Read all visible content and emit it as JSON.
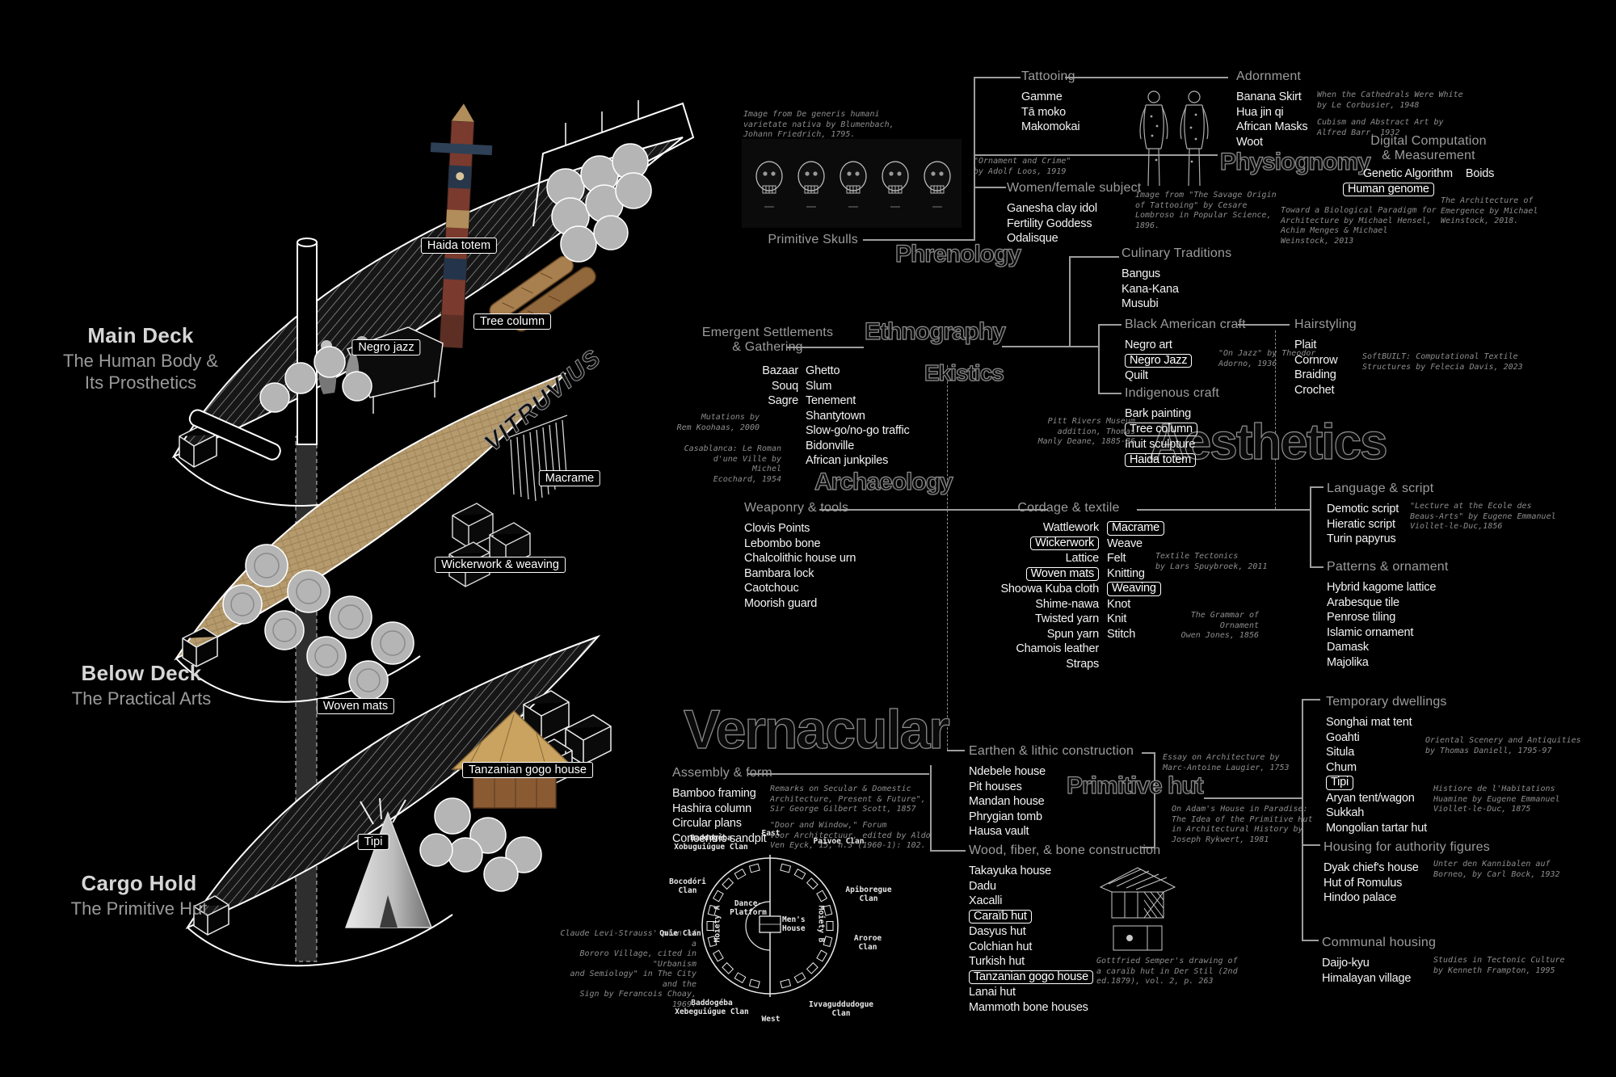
{
  "ship": {
    "hull_text": "VITRUVIUS",
    "decks": [
      {
        "title": "Main Deck",
        "subtitle": "The Human Body &\nIts Prosthetics"
      },
      {
        "title": "Below Deck",
        "subtitle": "The Practical Arts"
      },
      {
        "title": "Cargo Hold",
        "subtitle": "The Primitive Hut"
      }
    ],
    "tags": [
      "Haida totem",
      "Tree column",
      "Negro jazz",
      "Macrame",
      "Wickerwork & weaving",
      "Woven mats",
      "Tanzanian gogo house",
      "Tipi"
    ]
  },
  "headings": {
    "phrenology": "Phrenology",
    "ethnography": "Ethnography",
    "ekistics": "Ekistics",
    "archaeology": "Archaeology",
    "aesthetics": "Aesthetics",
    "vernacular": "Vernacular",
    "primitive_hut": "Primitive hut",
    "physiognomy": "Physiognomy"
  },
  "branches": {
    "primitive_skulls": {
      "title": "Primitive Skulls"
    },
    "tattooing": {
      "title": "Tattooing",
      "items": [
        {
          "t": "Gamme"
        },
        {
          "t": "Tā moko"
        },
        {
          "t": "Makomokai"
        }
      ]
    },
    "women": {
      "title": "Women/female subject",
      "items": [
        {
          "t": "Ganesha clay idol"
        },
        {
          "t": "Fertility Goddess"
        },
        {
          "t": "Odalisque"
        }
      ]
    },
    "adornment": {
      "title": "Adornment",
      "items": [
        {
          "t": "Banana Skirt"
        },
        {
          "t": "Hua jin qi"
        },
        {
          "t": "African Masks"
        },
        {
          "t": "Woot"
        }
      ]
    },
    "digital": {
      "title": "Digital Computation\n& Measurement",
      "row": [
        {
          "t": "Genetic Algorithm"
        },
        {
          "t": "Boids"
        }
      ],
      "items": [
        {
          "t": "Human genome",
          "boxed": true
        }
      ]
    },
    "culinary": {
      "title": "Culinary Traditions",
      "items": [
        {
          "t": "Bangus"
        },
        {
          "t": "Kana-Kana"
        },
        {
          "t": "Musubi"
        }
      ]
    },
    "black_american": {
      "title": "Black American craft",
      "items": [
        {
          "t": "Negro art"
        },
        {
          "t": "Negro Jazz",
          "boxed": true
        },
        {
          "t": "Quilt"
        }
      ]
    },
    "indigenous": {
      "title": "Indigenous craft",
      "items": [
        {
          "t": "Bark painting"
        },
        {
          "t": "Tree column",
          "boxed": true
        },
        {
          "t": "Inuit sculpture"
        },
        {
          "t": "Haida totem",
          "boxed": true
        }
      ]
    },
    "hairstyling": {
      "title": "Hairstyling",
      "items": [
        {
          "t": "Plait"
        },
        {
          "t": "Cornrow"
        },
        {
          "t": "Braiding"
        },
        {
          "t": "Crochet"
        }
      ]
    },
    "emergent": {
      "title": "Emergent Settlements\n& Gathering",
      "col_a": [
        {
          "t": "Bazaar"
        },
        {
          "t": "Souq"
        },
        {
          "t": "Sagre"
        }
      ],
      "col_b": [
        {
          "t": "Ghetto"
        },
        {
          "t": "Slum"
        },
        {
          "t": "Tenement"
        },
        {
          "t": "Shantytown"
        },
        {
          "t": "Slow-go/no-go traffic"
        },
        {
          "t": "Bidonville"
        },
        {
          "t": "African junkpiles"
        }
      ]
    },
    "weaponry": {
      "title": "Weaponry & tools",
      "items": [
        {
          "t": "Clovis Points"
        },
        {
          "t": "Lebombo bone"
        },
        {
          "t": "Chalcolithic house urn"
        },
        {
          "t": "Bambara lock"
        },
        {
          "t": "Caotchouc"
        },
        {
          "t": "Moorish guard"
        }
      ]
    },
    "cordage": {
      "title": "Cordage & textile",
      "col_a": [
        {
          "t": "Wattlework"
        },
        {
          "t": "Wickerwork",
          "boxed": true
        },
        {
          "t": "Lattice"
        },
        {
          "t": "Woven mats",
          "boxed": true
        },
        {
          "t": "Shoowa Kuba cloth"
        },
        {
          "t": "Shime-nawa"
        },
        {
          "t": "Twisted yarn"
        },
        {
          "t": "Spun yarn"
        },
        {
          "t": "Chamois leather"
        },
        {
          "t": "Straps"
        }
      ],
      "col_b": [
        {
          "t": "Macrame",
          "boxed": true
        },
        {
          "t": "Weave"
        },
        {
          "t": "Felt"
        },
        {
          "t": "Knitting"
        },
        {
          "t": "Weaving",
          "boxed": true
        },
        {
          "t": "Knot"
        },
        {
          "t": "Knit"
        },
        {
          "t": "Stitch"
        }
      ]
    },
    "language": {
      "title": "Language & script",
      "items": [
        {
          "t": "Demotic script"
        },
        {
          "t": "Hieratic script"
        },
        {
          "t": "Turin papyrus"
        }
      ]
    },
    "patterns": {
      "title": "Patterns & ornament",
      "items": [
        {
          "t": "Hybrid kagome lattice"
        },
        {
          "t": "Arabesque tile"
        },
        {
          "t": "Penrose tiling"
        },
        {
          "t": "Islamic ornament"
        },
        {
          "t": "Damask"
        },
        {
          "t": "Majolika"
        }
      ]
    },
    "assembly": {
      "title": "Assembly & form",
      "items": [
        {
          "t": "Bamboo framing"
        },
        {
          "t": "Hashira column"
        },
        {
          "t": "Circular plans"
        },
        {
          "t": "Concentric sandpit"
        }
      ]
    },
    "earthen": {
      "title": "Earthen & lithic construction",
      "items": [
        {
          "t": "Ndebele house"
        },
        {
          "t": "Pit houses"
        },
        {
          "t": "Mandan house"
        },
        {
          "t": "Phrygian tomb"
        },
        {
          "t": "Hausa vault"
        }
      ]
    },
    "wood": {
      "title": "Wood, fiber, & bone construction",
      "items": [
        {
          "t": "Takayuka house"
        },
        {
          "t": "Dadu"
        },
        {
          "t": "Xacalli"
        },
        {
          "t": "Caraïb hut",
          "boxed": true
        },
        {
          "t": "Dasyus hut"
        },
        {
          "t": "Colchian hut"
        },
        {
          "t": "Turkish hut"
        },
        {
          "t": "Tanzanian gogo house",
          "boxed": true
        },
        {
          "t": "Lanai hut"
        },
        {
          "t": "Mammoth bone houses"
        }
      ]
    },
    "temporary": {
      "title": "Temporary dwellings",
      "items": [
        {
          "t": "Songhai mat tent"
        },
        {
          "t": "Goahti"
        },
        {
          "t": "Situla"
        },
        {
          "t": "Chum"
        },
        {
          "t": "Tipi",
          "boxed": true
        },
        {
          "t": "Aryan tent/wagon"
        },
        {
          "t": "Sukkah"
        },
        {
          "t": "Mongolian tartar hut"
        }
      ]
    },
    "authority": {
      "title": "Housing for authority figures",
      "items": [
        {
          "t": "Dyak chief's house"
        },
        {
          "t": "Hut of Romulus"
        },
        {
          "t": "Hindoo palace"
        }
      ]
    },
    "communal": {
      "title": "Communal housing",
      "items": [
        {
          "t": "Daijo-kyu"
        },
        {
          "t": "Himalayan village"
        }
      ]
    }
  },
  "captions": {
    "blumenbach": "Image from De generis humani\nvarietate nativa by Blumenbach,\nJohann Friedrich, 1795.",
    "ornament_crime": "\"Ornament and Crime\"\nby Adolf Loos, 1919",
    "cathedrals": "When the Cathedrals Were White\nby Le Corbusier, 1948",
    "cubism": "Cubism and Abstract Art by\nAlfred Barr, 1932",
    "savage_origin": "Image from \"The Savage Origin\nof Tattooing\" by Cesare\nLombroso in Popular Science,\n1896.",
    "biological": "Toward a Biological Paradigm for\nArchitecture by Michael Hensel,\nAchim Menges & Michael\nWeinstock, 2013",
    "emergence": "The Architecture of\nEmergence by Michael\nWeinstock, 2018.",
    "on_jazz": "\"On Jazz\" by Theodor\nAdorno, 1936",
    "softbuilt": "SoftBUILT: Computational Textile\nStructures by Felecia Davis, 2023",
    "pitt_rivers": "Pitt Rivers Museum\naddition, Thomas\nManly Deane, 1885-86",
    "mutations": "Mutations by\nRem Koohaas, 2000",
    "casablanca": "Casablanca: Le Roman\nd'une Ville by Michel\nEcochard, 1954",
    "textile_tectonics": "Textile Tectonics\nby Lars Spuybroek, 2011",
    "grammar_ornament": "The Grammar of Ornament\nOwen Jones, 1856",
    "lecture_ecole": "\"Lecture at the Ecole des\nBeaus-Arts\" by Eugene Emmanuel\nViollet-le-Duc,1856",
    "remarks_secular": "Remarks on Secular & Domestic\nArchitecture, Present & Future\",\nSir George Gilbert Scott, 1857",
    "door_window": "\"Door and Window,\" Forum\nvoor Architectuur, edited by Aldo\nVen Eyck, 15, n.3 (1960-1): 102.",
    "essay_architecture": "Essay on Architecture by\nMarc-Antoine Laugier, 1753",
    "adams_house": "On Adam's House in Paradise:\nThe Idea of the Primitive Hut\nin Architectural History by\nJoseph Rykwert, 1981",
    "semper": "Gottfried Semper's drawing of\na caraïb hut in Der Stil (2nd\ned.1879), vol. 2, p. 263",
    "oriental": "Oriental Scenery and Antiquities\nby Thomas Daniell, 1795-97",
    "histoire": "Histiore de l'Habitations\nHuamine by Eugene Emmanuel\nViollet-le-Duc, 1875",
    "borneo": "Unter den Kannibalen auf\nBorneo, by Carl Bock, 1932",
    "tectonic_culture": "Studies in Tectonic Culture\nby Kenneth Frampton, 1995",
    "levi_strauss": "Claude Levi-Strauss' plan of a\nBororo Village, cited in \"Urbanism\nand Semiology\" in The City and the\nSign by Ferancois Choay, 1969."
  },
  "bororo": {
    "east": "East",
    "west": "West",
    "paivoe": "Paivoe Clan",
    "apiboregue": "Apiboregue\nClan",
    "aroroe": "Aroroe\nClan",
    "ivvagud": "Ivvaguddudogue\nClan",
    "xebeguiugue": "Baddogéba\nXebeguiúgue Clan",
    "quie": "Quie Clan",
    "bocodori": "Bocodóri\nClan",
    "xobuguiugue": "Baddogéba\nXobuguiúgue Clan",
    "dance": "Dance-\nPlatform",
    "mens": "Men's\nHouse",
    "moiety_a": "Moiety A",
    "moiety_b": "Moiety B"
  },
  "colors": {
    "deck_tan": "#b59a6d",
    "barrel_gray": "#b5b5b5",
    "line_gray": "#9d9d9d"
  }
}
